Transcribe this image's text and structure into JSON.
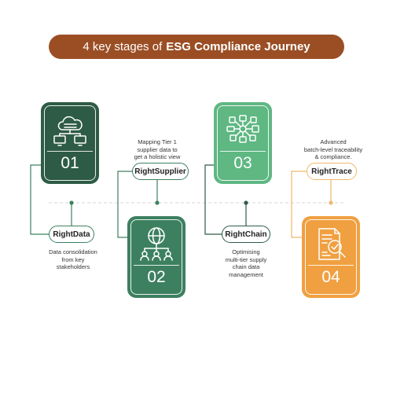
{
  "title": {
    "prefix": "4 key stages of",
    "bold": "ESG Compliance Journey"
  },
  "colors": {
    "title_bg": "#9b4e24",
    "dark_green": "#2e5b46",
    "mid_green": "#3d8060",
    "light_green": "#5fb782",
    "orange": "#f0a041"
  },
  "stages": [
    {
      "number": "01",
      "name": "RightData",
      "description": [
        "Data consolidation",
        "from key",
        "stakeholders"
      ],
      "icon": "cloud-server-icon"
    },
    {
      "number": "02",
      "name": "RightSupplier",
      "description": [
        "Mapping Tier 1",
        "supplier data to",
        "get a holistic view"
      ],
      "icon": "globe-network-icon"
    },
    {
      "number": "03",
      "name": "RightChain",
      "description": [
        "Optimising",
        "multi-tier supply",
        "chain data",
        "management"
      ],
      "icon": "supply-chain-hub-icon"
    },
    {
      "number": "04",
      "name": "RightTrace",
      "description": [
        "Advanced",
        "batch-level traceability",
        "& compliance."
      ],
      "icon": "document-check-icon"
    }
  ]
}
